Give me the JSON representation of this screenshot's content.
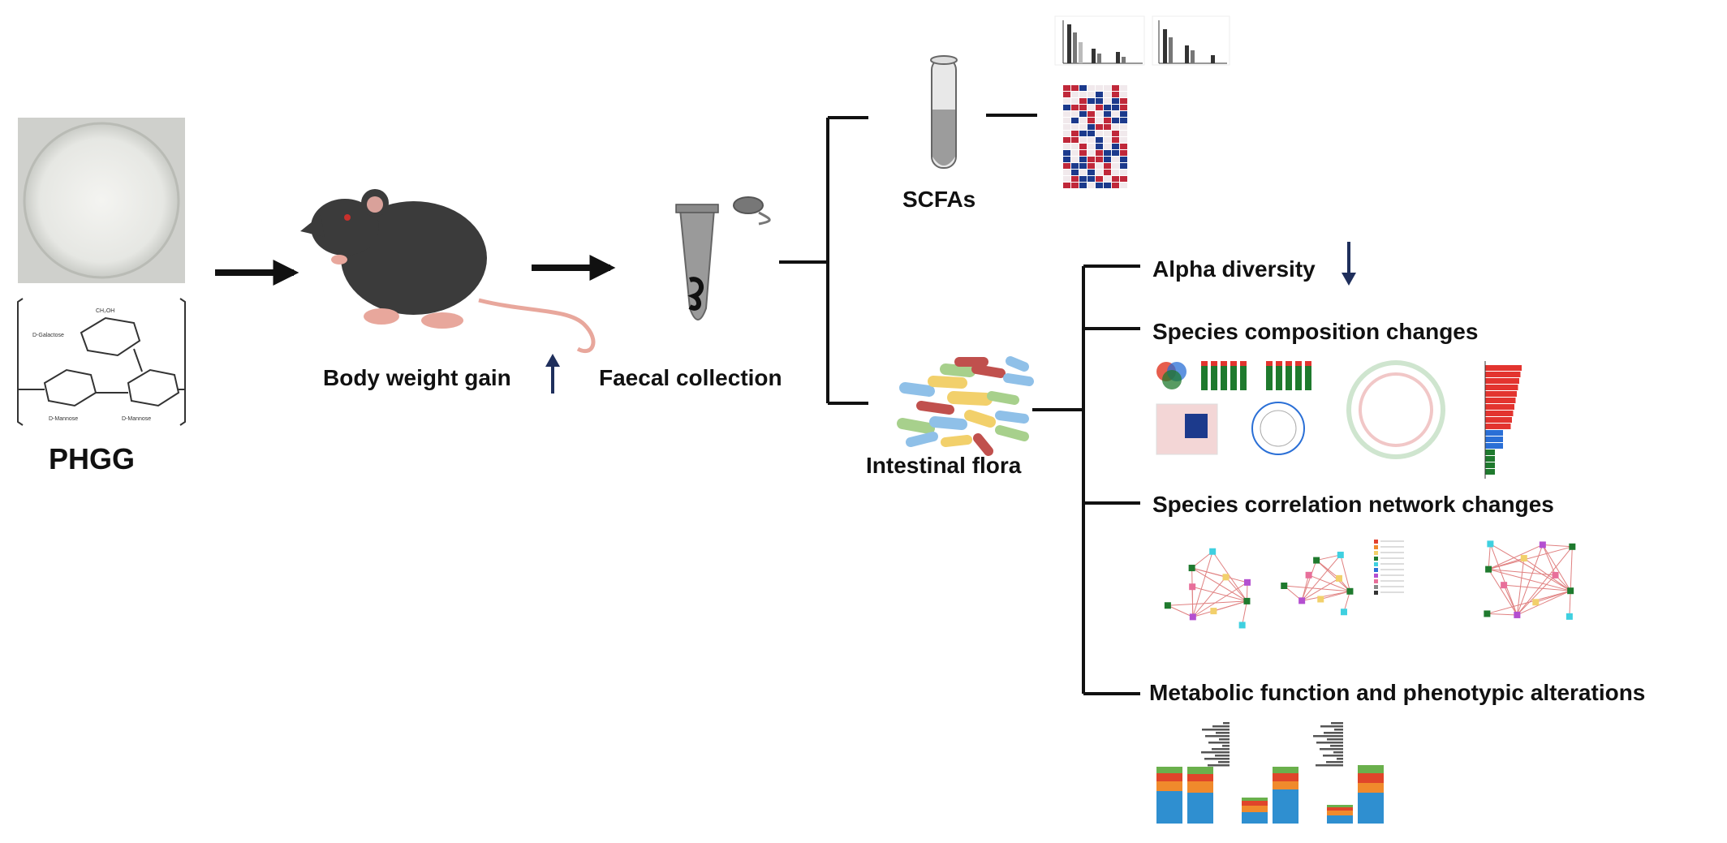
{
  "labels": {
    "phgg": "PHGG",
    "body_weight": "Body weight gain",
    "faecal": "Faecal collection",
    "scfas": "SCFAs",
    "intestinal_flora": "Intestinal flora",
    "alpha": "Alpha diversity",
    "species_comp": "Species composition changes",
    "species_corr": "Species correlation network changes",
    "metabolic": "Metabolic function and phenotypic alterations"
  },
  "trend": {
    "body_weight": "up-arrow-icon",
    "alpha_diversity": "down-arrow-icon"
  },
  "colors": {
    "arrow": "#111111",
    "trend_arrow": "#1f2f5c",
    "mouse": "#3b3b3b",
    "heatmap_high": "#c0283a",
    "heatmap_low": "#1c3a8c",
    "bar_green": "#1f7a2e",
    "bar_red": "#e3342f",
    "bar_blue": "#2a6fd6",
    "stack_blue": "#2f8fd0",
    "stack_orange": "#f08a2c",
    "stack_red": "#e0452a",
    "network_edge": "#e08080"
  }
}
